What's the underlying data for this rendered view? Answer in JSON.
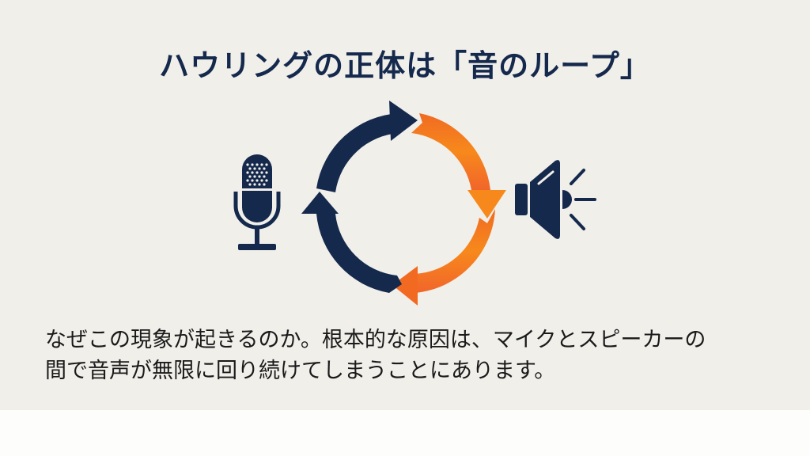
{
  "slide": {
    "title": "ハウリングの正体は「音のループ」",
    "body_lines": [
      "なぜこの現象が起きるのか。根本的な原因は、マイクとスピーカーの",
      "間で音声が無限に回り続けてしまうことにあります。"
    ]
  },
  "diagram": {
    "left_icon": "microphone-icon",
    "right_icon": "speaker-icon",
    "loop": [
      {
        "segment": "top-left",
        "color": "#15294d",
        "direction": "clockwise"
      },
      {
        "segment": "top-right",
        "color": "#f47b20",
        "direction": "clockwise"
      },
      {
        "segment": "bottom-right",
        "color": "#f26a22",
        "direction": "clockwise"
      },
      {
        "segment": "bottom-left",
        "color": "#15294d",
        "direction": "clockwise"
      }
    ]
  },
  "colors": {
    "background": "#f1efea",
    "navy": "#15294d",
    "orange": "#f47b20"
  }
}
